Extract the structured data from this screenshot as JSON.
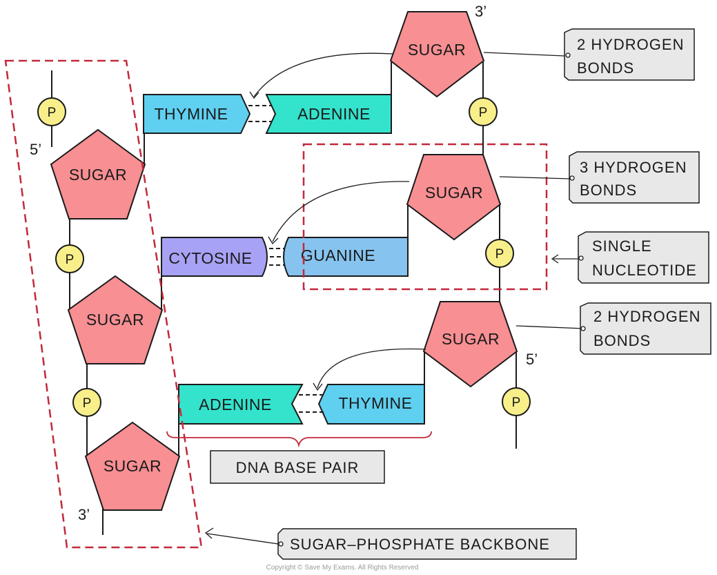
{
  "diagram": {
    "left_strand": {
      "end_top": "5’",
      "end_bottom": "3’",
      "sugar_label": "SUGAR",
      "phosphate_label": "P"
    },
    "right_strand": {
      "end_top": "3’",
      "end_bottom": "5’",
      "sugar_label": "SUGAR",
      "phosphate_label": "P"
    },
    "base_pairs": [
      {
        "left": "THYMINE",
        "right": "ADENINE",
        "hydrogen_bonds": 2
      },
      {
        "left": "CYTOSINE",
        "right": "GUANINE",
        "hydrogen_bonds": 3
      },
      {
        "left": "ADENINE",
        "right": "THYMINE",
        "hydrogen_bonds": 2
      }
    ],
    "callouts": {
      "two_h_bonds_1": [
        "2 HYDROGEN",
        "BONDS"
      ],
      "three_h_bonds": [
        "3 HYDROGEN",
        "BONDS"
      ],
      "single_nucleotide": [
        "SINGLE",
        "NUCLEOTIDE"
      ],
      "two_h_bonds_2": [
        "2 HYDROGEN",
        "BONDS"
      ],
      "dna_base_pair": "DNA BASE PAIR",
      "backbone": "SUGAR–PHOSPHATE BACKBONE"
    },
    "copyright": "Copyright © Save My Exams. All Rights Reserved",
    "colors": {
      "sugar": "#f78f93",
      "phosphate": "#f8ef8a",
      "thymine": "#5fd0f0",
      "adenine": "#33e3cc",
      "cytosine": "#a7a2f4",
      "guanine": "#86c3ef",
      "highlight": "#c3283a"
    }
  }
}
